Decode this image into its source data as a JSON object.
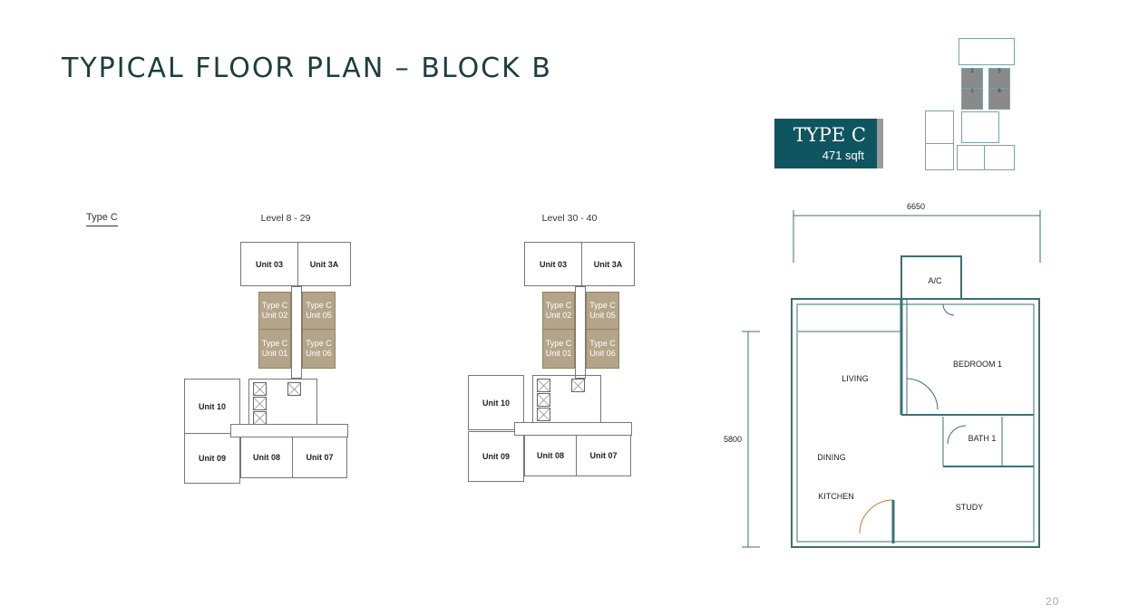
{
  "title": "TYPICAL FLOOR PLAN – BLOCK B",
  "type_box": {
    "name": "TYPE C",
    "area": "471 sqft"
  },
  "key_plan": {
    "units": [
      "2",
      "5",
      "1",
      "6"
    ],
    "highlight_color": "#8a8a8a"
  },
  "type_label": "Type C",
  "plans": [
    {
      "level": "Level 8 - 29",
      "units": {
        "u03": "Unit 03",
        "u3a": "Unit 3A",
        "u10": "Unit 10",
        "u09": "Unit 09",
        "u08": "Unit 08",
        "u07": "Unit 07"
      },
      "typec": {
        "type": "Type C",
        "u02": "Unit 02",
        "u01": "Unit 01",
        "u05": "Unit 05",
        "u06": "Unit 06"
      }
    },
    {
      "level": "Level 30 - 40",
      "units": {
        "u03": "Unit 03",
        "u3a": "Unit 3A",
        "u10": "Unit 10",
        "u09": "Unit 09",
        "u08": "Unit 08",
        "u07": "Unit 07"
      },
      "typec": {
        "type": "Type C",
        "u02": "Unit 02",
        "u01": "Unit 01",
        "u05": "Unit 05",
        "u06": "Unit 06"
      }
    }
  ],
  "unit_plan": {
    "width_dim": "6650",
    "depth_dim": "5800",
    "rooms": {
      "ac": "A/C",
      "bedroom": "BEDROOM 1",
      "living": "LIVING",
      "bath": "BATH 1",
      "dining": "DINING",
      "kitchen": "KITCHEN",
      "study": "STUDY"
    }
  },
  "colors": {
    "accent": "#0f5560",
    "type_c_fill": "#b4a58a",
    "title": "#1e3d3f"
  },
  "page_number": "20"
}
